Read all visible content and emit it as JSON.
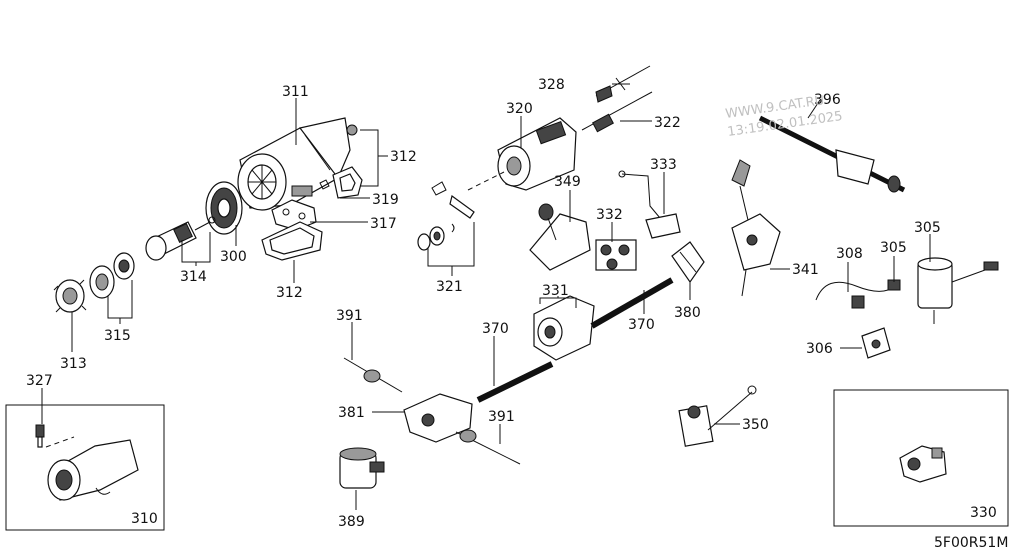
{
  "diagram": {
    "labels": {
      "p311": "311",
      "p312a": "312",
      "p312b": "312",
      "p319": "319",
      "p317": "317",
      "p300": "300",
      "p314": "314",
      "p315": "315",
      "p313": "313",
      "p327": "327",
      "p310": "310",
      "p320": "320",
      "p328": "328",
      "p322": "322",
      "p333": "333",
      "p349": "349",
      "p332": "332",
      "p321": "321",
      "p331": "331",
      "p370a": "370",
      "p370b": "370",
      "p380": "380",
      "p391a": "391",
      "p391b": "391",
      "p381": "381",
      "p389": "389",
      "p350": "350",
      "p396": "396",
      "p341": "341",
      "p308": "308",
      "p305a": "305",
      "p305b": "305",
      "p306": "306",
      "p330": "330"
    },
    "watermark_line1": "WWW.9.CAT.RU",
    "watermark_line2": "13:19.02.01.2025",
    "catalog_code": "5F00R51M"
  }
}
